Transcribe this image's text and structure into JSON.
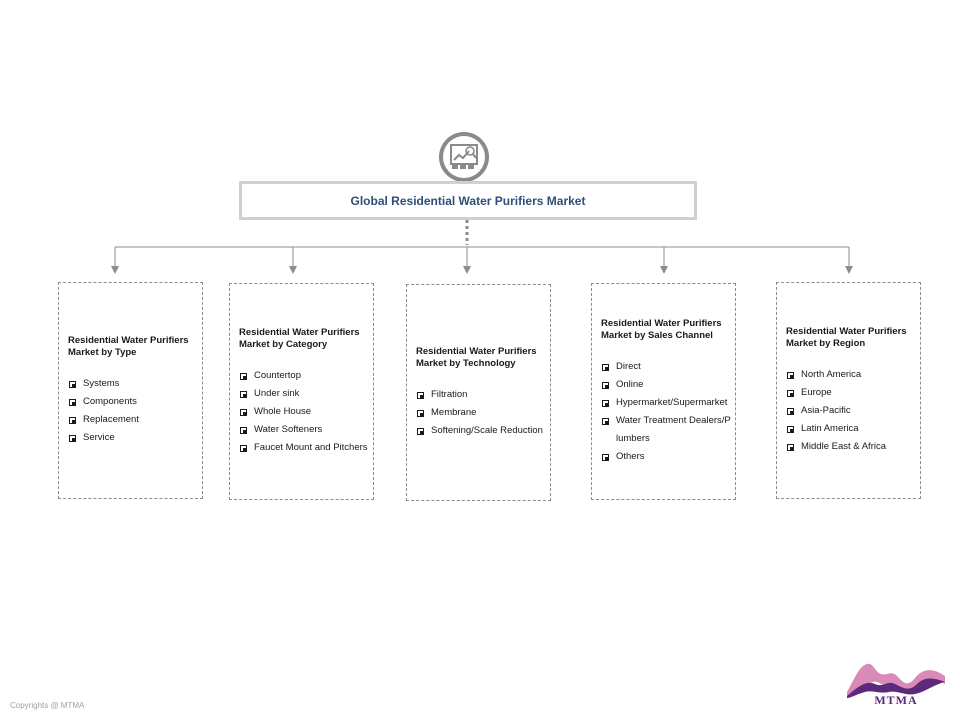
{
  "title": "Global  Residential Water Purifiers Market",
  "hub_icon": "market-analysis-icon",
  "colors": {
    "title_text": "#2e4f7a",
    "connector": "#8c8c8c",
    "logo_purple": "#5b2a7a",
    "logo_pink": "#d98ab8"
  },
  "segments": [
    {
      "title": "Residential Water Purifiers Market by Type",
      "items": [
        "Systems",
        "Components",
        "Replacement",
        "Service"
      ]
    },
    {
      "title": "Residential Water Purifiers Market by Category",
      "items": [
        "Countertop",
        "Under sink",
        "Whole House",
        "Water Softeners",
        "Faucet Mount and Pitchers"
      ]
    },
    {
      "title": "Residential Water Purifiers Market by Technology",
      "items": [
        "Filtration",
        "Membrane",
        "Softening/Scale Reduction"
      ]
    },
    {
      "title": "Residential Water Purifiers Market by Sales Channel",
      "items": [
        "Direct",
        "Online",
        "Hypermarket/Supermarket",
        "Water Treatment Dealers/Plumbers",
        "Others"
      ]
    },
    {
      "title": "Residential Water Purifiers Market by Region",
      "items": [
        "North America",
        "Europe",
        "Asia-Pacific",
        "Latin America",
        "Middle East & Africa"
      ]
    }
  ],
  "footer": {
    "copyright": "Copyrights @ MTMA",
    "logo_text": "MTMA"
  }
}
